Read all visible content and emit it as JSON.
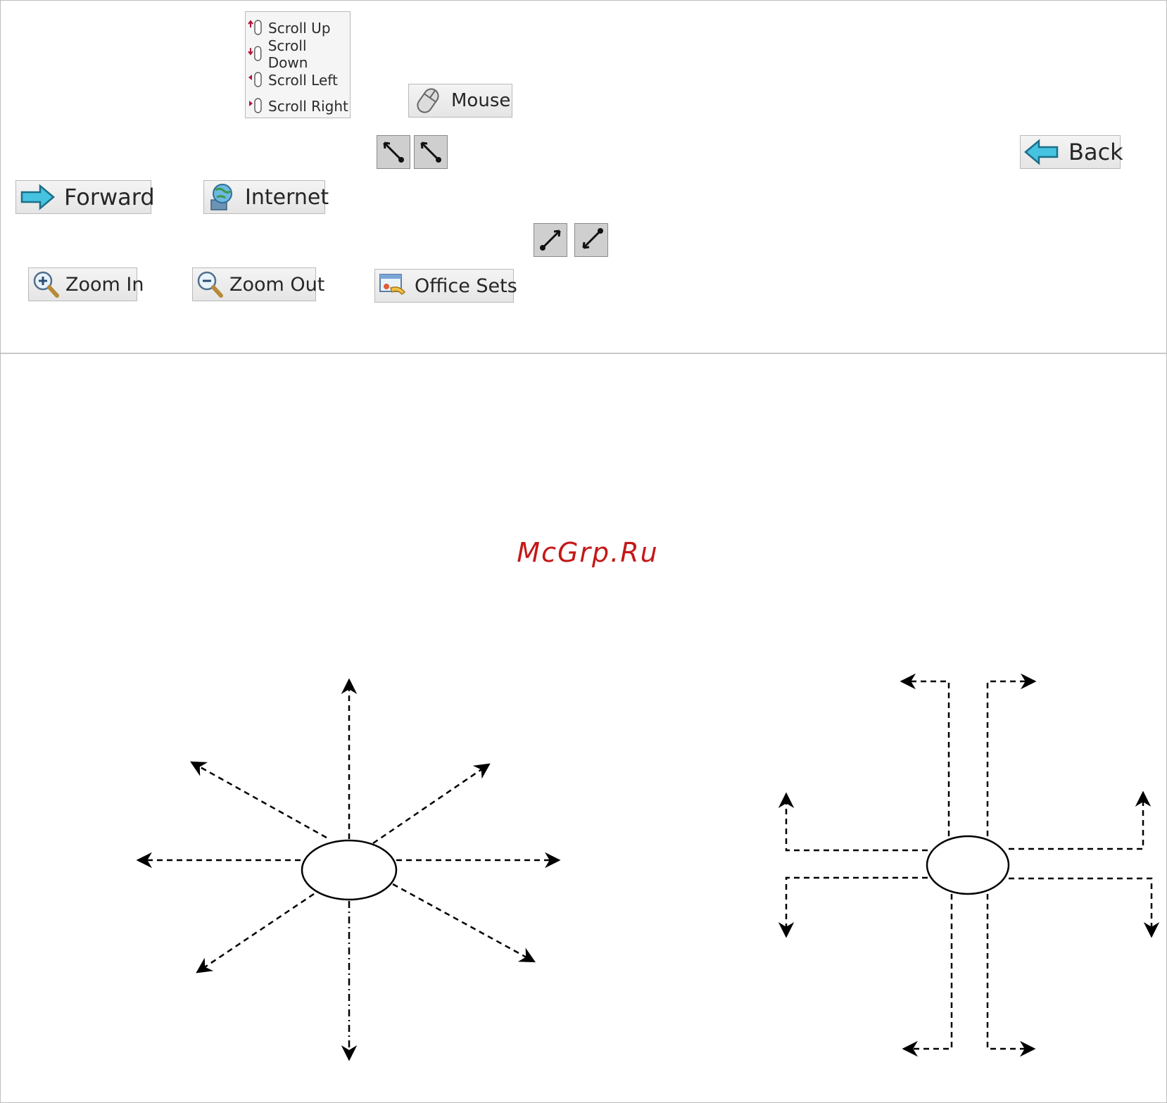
{
  "scroll_menu": {
    "items": [
      {
        "label": "Scroll Up"
      },
      {
        "label": "Scroll Down"
      },
      {
        "label": "Scroll Left"
      },
      {
        "label": "Scroll Right"
      }
    ]
  },
  "buttons": {
    "mouse": "Mouse",
    "back": "Back",
    "forward": "Forward",
    "internet": "Internet",
    "zoom_in": "Zoom In",
    "zoom_out": "Zoom Out",
    "office_sets": "Office Sets"
  },
  "watermark": "McGrp.Ru",
  "icons": {
    "mouse": "mouse-icon",
    "back": "left-arrow-icon",
    "forward": "right-arrow-icon",
    "internet": "globe-icon",
    "zoom_in": "magnifier-plus-icon",
    "zoom_out": "magnifier-minus-icon",
    "office_sets": "office-sets-icon",
    "resize_pairs": [
      "diagonal-down-right-icon",
      "diagonal-up-left-icon",
      "diagonal-up-right-icon",
      "diagonal-down-left-icon"
    ]
  },
  "colors": {
    "button_bg": "#ececec",
    "arrow_cyan": "#2fb7d6",
    "watermark": "#c41818",
    "scroll_marker": "#b0163a"
  }
}
